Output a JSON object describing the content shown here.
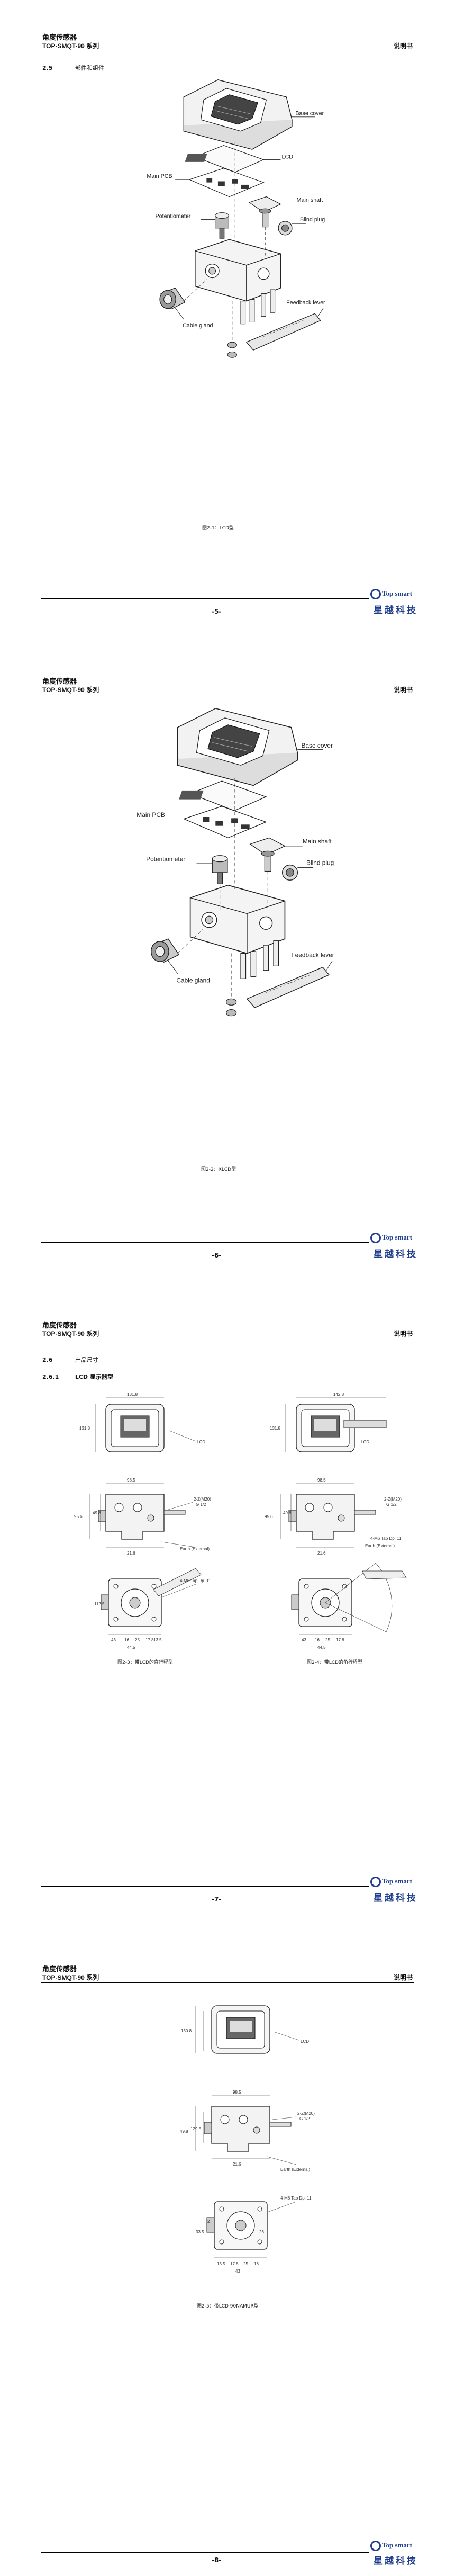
{
  "header": {
    "title": "角度传感器",
    "series": "TOP-SMQT-90 系列",
    "doc_type": "说明书"
  },
  "logo": {
    "top": "Top smart",
    "bottom": "星越科技"
  },
  "pages": [
    {
      "section_num": "2.5",
      "section_title": "部件和组件",
      "labels": {
        "base_cover": "Base cover",
        "lcd": "LCD",
        "main_pcb": "Main PCB",
        "main_shaft": "Main shaft",
        "potentiometer": "Potentiometer",
        "blind_plug": "Blind plug",
        "feedback_lever": "Feedback lever",
        "cable_gland": "Cable gland"
      },
      "caption": "图2-1：LCD型",
      "page_number": "-5-"
    },
    {
      "labels": {
        "base_cover": "Base cover",
        "main_pcb": "Main PCB",
        "main_shaft": "Main shaft",
        "potentiometer": "Potentiometer",
        "blind_plug": "Blind plug",
        "feedback_lever": "Feedback lever",
        "cable_gland": "Cable gland"
      },
      "caption": "图2-2：XLCD型",
      "page_number": "-6-"
    },
    {
      "section_num": "2.6",
      "section_title": "产品尺寸",
      "subsection_num": "2.6.1",
      "subsection_title": "LCD 显示器型",
      "left": {
        "dims": [
          "131.8",
          "131.8",
          "98.5",
          "95.6",
          "49.8",
          "21.6",
          "112.5",
          "43",
          "16",
          "25",
          "17.8",
          "13.5",
          "44.5"
        ],
        "notes": [
          "LCD",
          "2-Z(M20)",
          "G 1/2",
          "Earth (External)",
          "4-M6 Tap Dp. 11"
        ],
        "caption": "图2-3：带LCD的直行程型"
      },
      "right": {
        "dims": [
          "142.8",
          "131.8",
          "98.5",
          "95.6",
          "49.8",
          "21.6",
          "43",
          "16",
          "25",
          "17.8",
          "44.5"
        ],
        "notes": [
          "LCD",
          "2-Z(M20)",
          "G 1/2",
          "4-M6 Tap Dp. 11",
          "Earth (External)"
        ],
        "caption": "图2-4：带LCD的角行程型"
      },
      "page_number": "-7-"
    },
    {
      "dims": [
        "130.8",
        "129.5",
        "98.5",
        "21.6",
        "49.8",
        "13.5",
        "17.8",
        "25",
        "33.5",
        "26",
        "16",
        "43",
        "2"
      ],
      "notes": [
        "LCD",
        "2-Z(M20)",
        "G 1/2",
        "Earth (External)",
        "4-M6 Tap Dp. 11"
      ],
      "caption": "图2-5：带LCD 90NAMUR型",
      "page_number": "-8-"
    }
  ]
}
